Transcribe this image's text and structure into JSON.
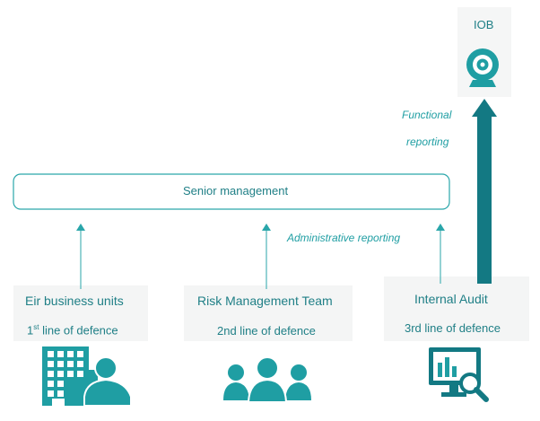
{
  "colors": {
    "teal": "#1f9ea3",
    "dark_teal": "#137983",
    "box_border": "#2aa6aa",
    "panel": "#f3f4f4"
  },
  "top": {
    "label": "IOB",
    "icon": "webcam-icon"
  },
  "functional_reporting": {
    "line1": "Functional",
    "line2": "reporting"
  },
  "senior_management": {
    "label": "Senior management"
  },
  "administrative_reporting": {
    "label": "Administrative reporting"
  },
  "columns": [
    {
      "title": "Eir business units",
      "line_number": "1",
      "line_suffix": "st",
      "line_text": " line of defence",
      "icon": "building-person-icon"
    },
    {
      "title": "Risk Management Team",
      "line_text": "2nd line of defence",
      "icon": "people-group-icon"
    },
    {
      "title": "Internal Audit",
      "line_text": "3rd line of defence",
      "icon": "monitor-analytics-icon"
    }
  ]
}
